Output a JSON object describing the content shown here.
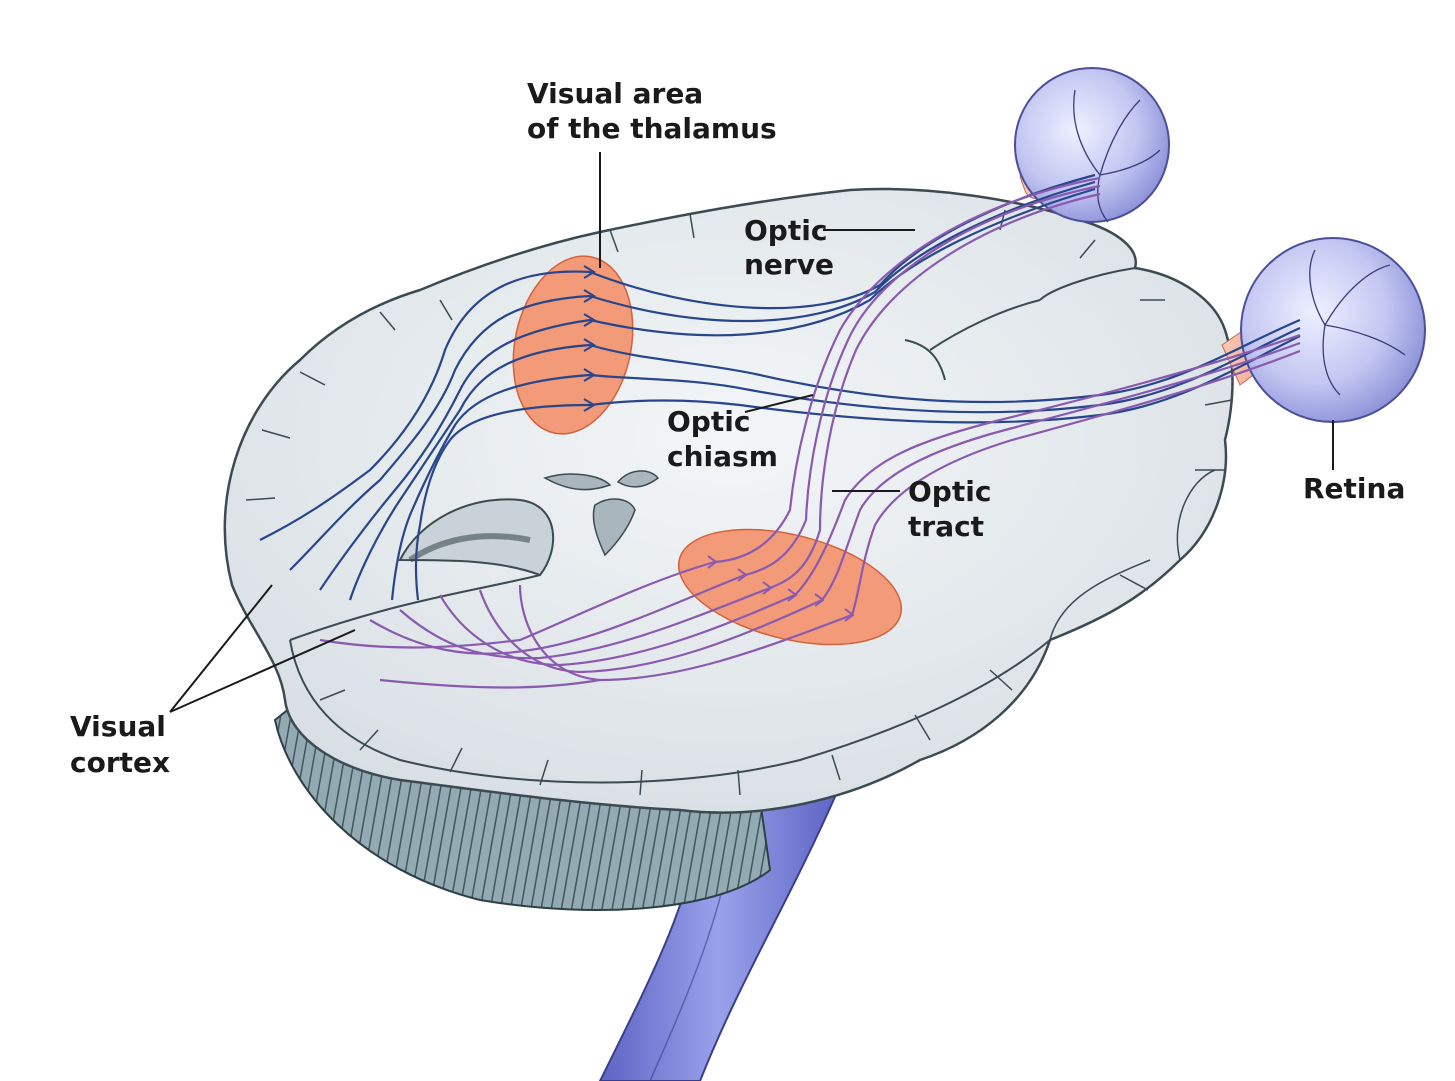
{
  "labels": {
    "thalamus": {
      "line1": "Visual area",
      "line2": "of the thalamus"
    },
    "optic_nerve": {
      "line1": "Optic",
      "line2": "nerve"
    },
    "optic_chiasm": {
      "line1": "Optic",
      "line2": "chiasm"
    },
    "optic_tract": {
      "line1": "Optic",
      "line2": "tract"
    },
    "retina": {
      "line1": "Retina"
    },
    "visual_cortex": {
      "line1": "Visual",
      "line2": "cortex"
    }
  },
  "colors": {
    "brain_fill": "#e6ebee",
    "brain_outline": "#4a5a64",
    "cerebellum": "#6f8a95",
    "brainstem": "#7f86d6",
    "eyeball": "#c3c7f2",
    "nerve_stub": "#f3a58c",
    "nucleus": "#f39a78",
    "blue_fibers": "#27468c",
    "purple_fibers": "#8a5ab0",
    "leader_lines": "#1a1a1a",
    "text": "#1a1a1a"
  }
}
